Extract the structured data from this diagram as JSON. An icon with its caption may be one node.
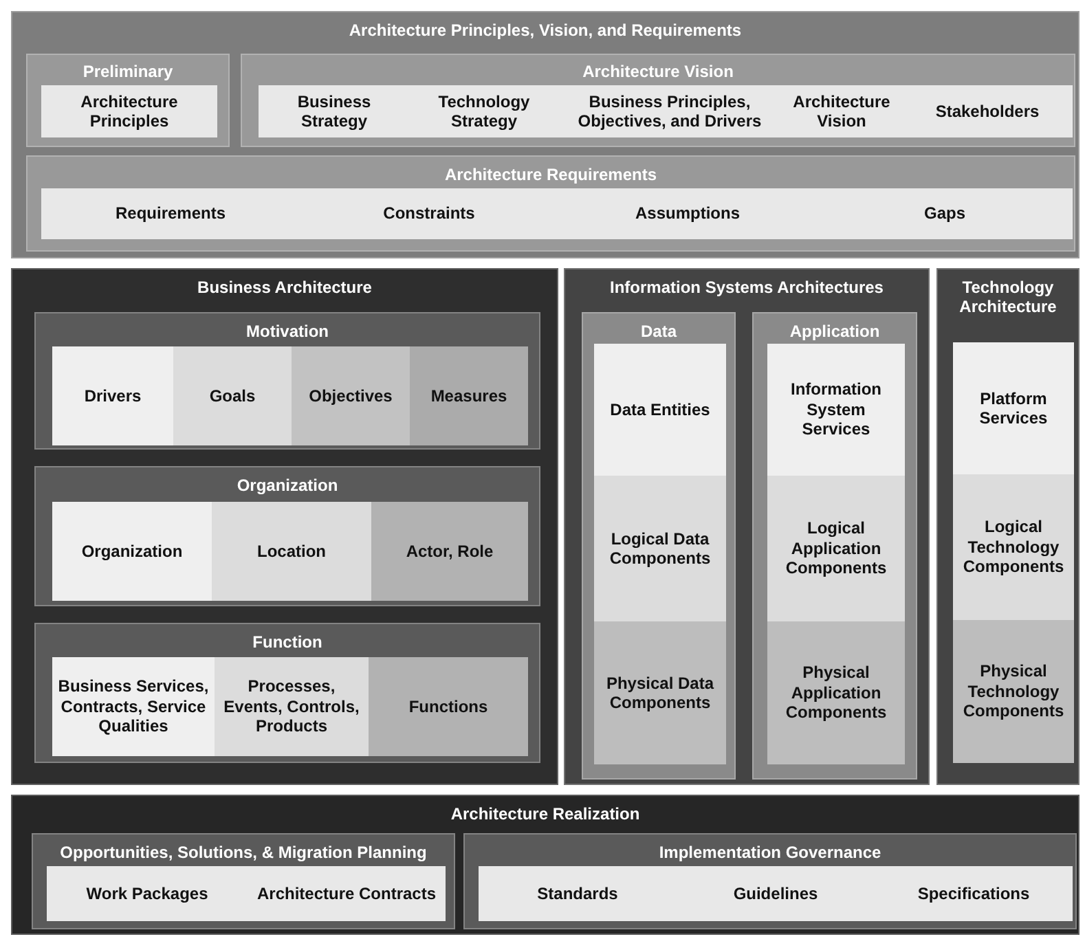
{
  "diagram": {
    "nodes": [
      {
        "text": [
          "Architecture Principles, Vision, and Requirements"
        ]
      },
      {
        "text": [
          "Preliminary"
        ],
        "in": 0
      },
      {
        "text": [
          "Architecture Principles"
        ],
        "in": 1
      },
      {
        "text": [
          "Architecture Vision"
        ],
        "in": 0
      },
      {
        "text": [
          "Business Strategy"
        ],
        "in": 3
      },
      {
        "text": [
          "Technology Strategy"
        ],
        "in": 3
      },
      {
        "text": [
          "Business Principles, Objectives, and Drivers"
        ],
        "in": 3
      },
      {
        "text": [
          "Architecture Vision"
        ],
        "in": 3
      },
      {
        "text": [
          "Stakeholders"
        ],
        "in": 3
      },
      {
        "text": [
          "Architecture Requirements"
        ],
        "in": 0
      },
      {
        "text": [
          "Requirements"
        ],
        "in": 9
      },
      {
        "text": [
          "Constraints"
        ],
        "in": 9
      },
      {
        "text": [
          "Assumptions"
        ],
        "in": 9
      },
      {
        "text": [
          "Gaps"
        ],
        "in": 9
      },
      {
        "text": [
          "Business Architecture"
        ]
      },
      {
        "text": [
          "Motivation"
        ],
        "in": 14
      },
      {
        "text": [
          "Drivers"
        ],
        "in": 15
      },
      {
        "text": [
          "Goals"
        ],
        "in": 15
      },
      {
        "text": [
          "Objectives"
        ],
        "in": 15
      },
      {
        "text": [
          "Measures"
        ],
        "in": 15
      },
      {
        "text": [
          "Organization"
        ],
        "in": 14
      },
      {
        "text": [
          "Organization"
        ],
        "in": 20
      },
      {
        "text": [
          "Location"
        ],
        "in": 20
      },
      {
        "text": [
          "Actor, Role"
        ],
        "in": 20
      },
      {
        "text": [
          "Function"
        ],
        "in": 14
      },
      {
        "text": [
          "Business Services, Contracts, Service Qualities"
        ],
        "in": 24
      },
      {
        "text": [
          "Processes, Events, Controls, Products"
        ],
        "in": 24
      },
      {
        "text": [
          "Functions"
        ],
        "in": 24
      },
      {
        "text": [
          "Information Systems Architectures"
        ]
      },
      {
        "text": [
          "Data"
        ],
        "in": 28
      },
      {
        "text": [
          "Data Entities"
        ],
        "in": 29
      },
      {
        "text": [
          "Logical Data Components"
        ],
        "in": 29
      },
      {
        "text": [
          "Physical Data Components"
        ],
        "in": 29
      },
      {
        "text": [
          "Application"
        ],
        "in": 28
      },
      {
        "text": [
          "Information System Services"
        ],
        "in": 33
      },
      {
        "text": [
          "Logical Application Components"
        ],
        "in": 33
      },
      {
        "text": [
          "Physical Application Components"
        ],
        "in": 33
      },
      {
        "text": [
          "Technology Architecture"
        ]
      },
      {
        "text": [
          "Platform Services"
        ],
        "in": 37
      },
      {
        "text": [
          "Logical Technology Components"
        ],
        "in": 37
      },
      {
        "text": [
          "Physical Technology Components"
        ],
        "in": 37
      },
      {
        "text": [
          "Architecture Realization"
        ]
      },
      {
        "text": [
          "Opportunities, Solutions, & Migration Planning"
        ],
        "in": 41
      },
      {
        "text": [
          "Work Packages"
        ],
        "in": 42
      },
      {
        "text": [
          "Architecture Contracts"
        ],
        "in": 42
      },
      {
        "text": [
          "Implementation Governance"
        ],
        "in": 41
      },
      {
        "text": [
          "Standards"
        ],
        "in": 45
      },
      {
        "text": [
          "Guidelines"
        ],
        "in": 45
      },
      {
        "text": [
          "Specifications"
        ],
        "in": 45
      }
    ],
    "edges": []
  }
}
